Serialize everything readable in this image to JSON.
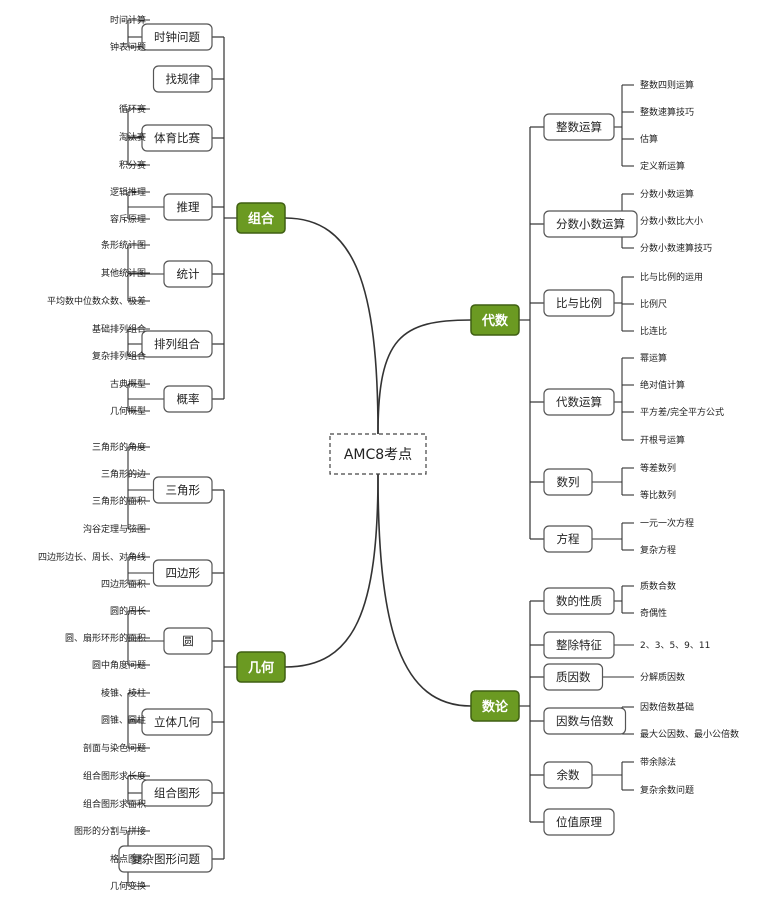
{
  "root": {
    "label": "AMC8考点"
  },
  "branches": [
    {
      "id": "zuhe",
      "label": "组合",
      "side": "left",
      "topics": [
        {
          "label": "时钟问题",
          "leaves": [
            "时间计算",
            "钟表问题"
          ]
        },
        {
          "label": "找规律",
          "leaves": []
        },
        {
          "label": "体育比赛",
          "leaves": [
            "循环赛",
            "淘汰赛",
            "积分赛"
          ]
        },
        {
          "label": "推理",
          "leaves": [
            "逻辑推理",
            "容斥原理"
          ]
        },
        {
          "label": "统计",
          "leaves": [
            "条形统计图",
            "其他统计图",
            "平均数中位数众数、极差"
          ]
        },
        {
          "label": "排列组合",
          "leaves": [
            "基础排列组合",
            "复杂排列组合"
          ]
        },
        {
          "label": "概率",
          "leaves": [
            "古典概型",
            "几何概型"
          ]
        }
      ]
    },
    {
      "id": "jihe",
      "label": "几何",
      "side": "left",
      "topics": [
        {
          "label": "三角形",
          "leaves": [
            "三角形的角度",
            "三角形的边",
            "三角形的面积",
            "沟谷定理与弦图"
          ]
        },
        {
          "label": "四边形",
          "leaves": [
            "四边形边长、周长、对角线",
            "四边形面积"
          ]
        },
        {
          "label": "圆",
          "leaves": [
            "圆的周长",
            "圆、扇形环形的面积",
            "圆中角度问题"
          ]
        },
        {
          "label": "立体几何",
          "leaves": [
            "棱锥、棱柱",
            "圆锥、圆柱",
            "剖面与染色问题"
          ]
        },
        {
          "label": "组合图形",
          "leaves": [
            "组合图形求长度",
            "组合图形求面积"
          ]
        },
        {
          "label": "复杂图形问题",
          "leaves": [
            "图形的分割与拼接",
            "格点图形",
            "几何变换"
          ]
        }
      ]
    },
    {
      "id": "daishu",
      "label": "代数",
      "side": "right",
      "topics": [
        {
          "label": "整数运算",
          "leaves": [
            "整数四则运算",
            "整数速算技巧",
            "估算",
            "定义新运算"
          ]
        },
        {
          "label": "分数小数运算",
          "leaves": [
            "分数小数运算",
            "分数小数比大小",
            "分数小数速算技巧"
          ]
        },
        {
          "label": "比与比例",
          "leaves": [
            "比与比例的运用",
            "比例尺",
            "比连比"
          ]
        },
        {
          "label": "代数运算",
          "leaves": [
            "幂运算",
            "绝对值计算",
            "平方差/完全平方公式",
            "开根号运算"
          ]
        },
        {
          "label": "数列",
          "leaves": [
            "等差数列",
            "等比数列"
          ]
        },
        {
          "label": "方程",
          "leaves": [
            "一元一次方程",
            "复杂方程"
          ]
        }
      ]
    },
    {
      "id": "shulun",
      "label": "数论",
      "side": "right",
      "topics": [
        {
          "label": "数的性质",
          "leaves": [
            "质数合数",
            "奇偶性"
          ]
        },
        {
          "label": "整除特征",
          "leaves": [
            "2、3、5、9、11"
          ]
        },
        {
          "label": "质因数",
          "leaves": [
            "分解质因数"
          ]
        },
        {
          "label": "因数与倍数",
          "leaves": [
            "因数倍数基础",
            "最大公因数、最小公倍数"
          ]
        },
        {
          "label": "余数",
          "leaves": [
            "带余除法",
            "复杂余数问题"
          ]
        },
        {
          "label": "位值原理",
          "leaves": []
        }
      ]
    }
  ],
  "colors": {
    "accent": "#6b9a22",
    "accent_border": "#3f5f12",
    "line": "#333333",
    "box_border": "#555555"
  }
}
